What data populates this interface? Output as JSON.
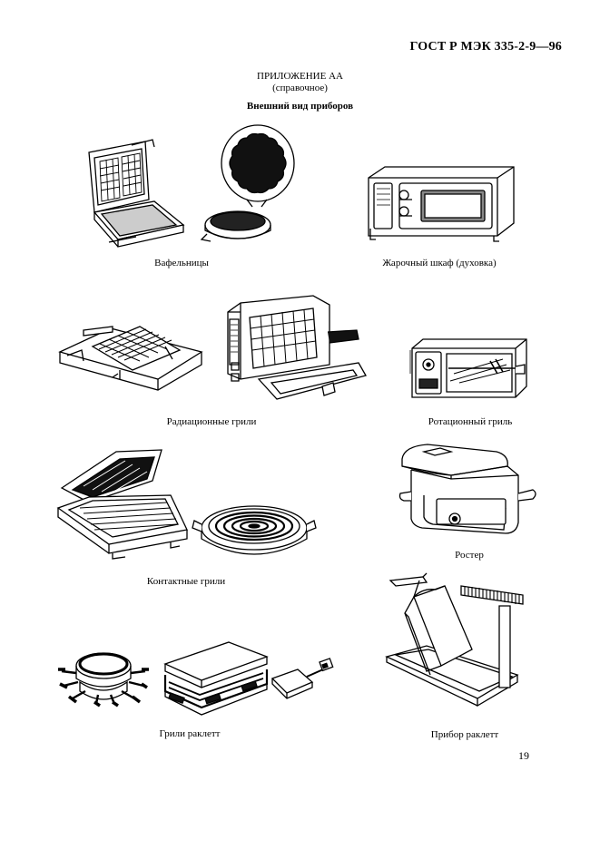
{
  "header": {
    "standard": "ГОСТ Р МЭК 335-2-9—96"
  },
  "appendix": {
    "label": "ПРИЛОЖЕНИЕ АА",
    "note": "(справочное)"
  },
  "title": "Внешний вид приборов",
  "captions": {
    "waffle": "Вафельницы",
    "oven": "Жарочный шкаф (духовка)",
    "radiant": "Радиационные грили",
    "rotary": "Ротационный гриль",
    "contact": "Контактные грили",
    "roaster": "Ростер",
    "raclette_grill": "Грили раклетт",
    "raclette_device": "Прибор раклетт"
  },
  "page_number": "19"
}
